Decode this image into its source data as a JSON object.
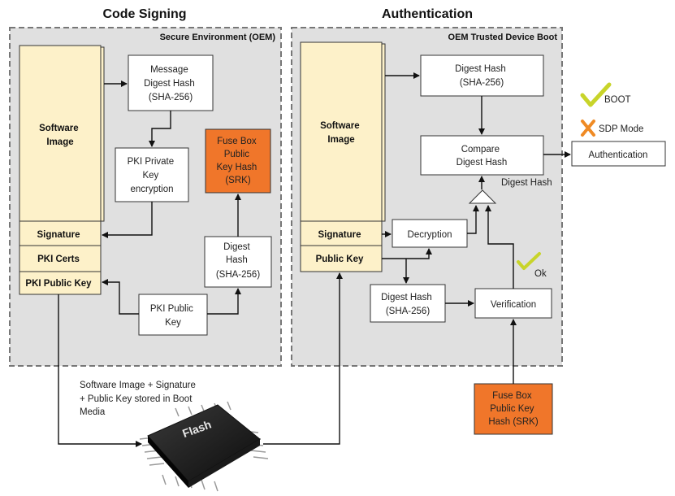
{
  "titles": {
    "code_signing": "Code Signing",
    "authentication": "Authentication"
  },
  "regions": {
    "left": "Secure Environment (OEM)",
    "right": "OEM Trusted Device Boot"
  },
  "left": {
    "software_image": [
      "Software",
      "Image"
    ],
    "signature": "Signature",
    "pki_certs": "PKI Certs",
    "pki_public_key": "PKI Public Key",
    "message_digest": [
      "Message",
      "Digest Hash",
      "(SHA-256)"
    ],
    "pki_private": [
      "PKI Private",
      "Key",
      "encryption"
    ],
    "fuse_box": [
      "Fuse Box",
      "Public",
      "Key Hash",
      "(SRK)"
    ],
    "digest_hash": [
      "Digest",
      "Hash",
      "(SHA-256)"
    ],
    "pki_public_key_box": [
      "PKI Public",
      "Key"
    ]
  },
  "right": {
    "software_image": [
      "Software",
      "Image"
    ],
    "signature": "Signature",
    "public_key": "Public Key",
    "digest_hash_top": [
      "Digest Hash",
      "(SHA-256)"
    ],
    "compare": [
      "Compare",
      "Digest Hash"
    ],
    "digest_hash_label": "Digest Hash",
    "decryption": "Decryption",
    "digest_hash_bottom": [
      "Digest Hash",
      "(SHA-256)"
    ],
    "verification": "Verification",
    "ok": "Ok",
    "fuse_box": [
      "Fuse Box",
      "Public Key",
      "Hash (SRK)"
    ]
  },
  "outcomes": {
    "boot": "BOOT",
    "sdp": "SDP Mode",
    "authentication": "Authentication"
  },
  "flash": {
    "chip_label": "Flash",
    "note": [
      "Software Image + Signature",
      "+ Public Key stored in Boot",
      "Media"
    ]
  },
  "colors": {
    "region_fill": "#e0e0e0",
    "cream": "#fdf1c9",
    "orange": "#f0762a",
    "check": "#c8d42a",
    "cross": "#ef8a24"
  }
}
